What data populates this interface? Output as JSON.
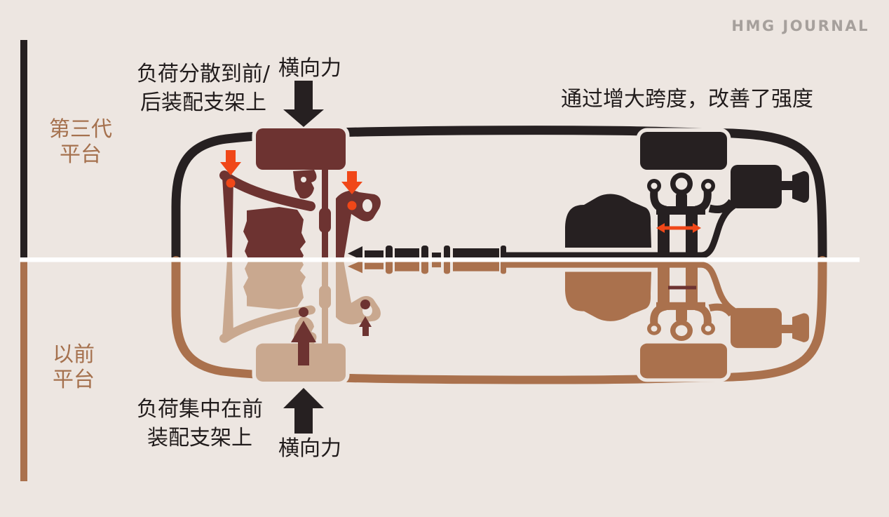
{
  "logo": {
    "text": "HMG JOURNAL"
  },
  "labels": {
    "gen3_platform": "第三代\n平台",
    "previous_platform": "以前\n平台",
    "load_distributed": "负荷分散到前/\n后装配支架上",
    "lateral_force_top": "横向力",
    "span_improvement": "通过增大跨度，改善了强度",
    "load_concentrated": "负荷集中在前\n装配支架上",
    "lateral_force_bottom": "横向力"
  },
  "colors": {
    "background": "#EDE6E1",
    "gen3-primary": "#262021",
    "gen3-secondary": "#6D3331",
    "accent-red": "#F04718",
    "prev-primary": "#AA714D",
    "prev-secondary": "#C9A88F",
    "divider-white": "#FFFFFF",
    "text-dark": "#211C1C",
    "label-brown": "#A5714E",
    "logo-gray": "#A6A09C"
  }
}
